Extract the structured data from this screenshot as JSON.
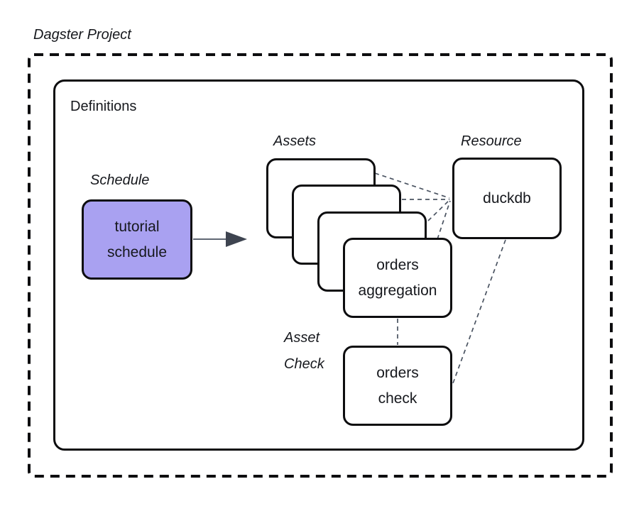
{
  "colors": {
    "background": "#ffffff",
    "node_border": "#0d0d0f",
    "node_fill": "#ffffff",
    "schedule_fill": "#a9a1f1",
    "connector": "#4a5361",
    "arrow_fill": "#3e4450",
    "text": "#16181d"
  },
  "labels": {
    "project": "Dagster Project",
    "definitions": "Definitions",
    "schedule": "Schedule",
    "assets": "Assets",
    "resource": "Resource",
    "asset_check_line1": "Asset",
    "asset_check_line2": "Check"
  },
  "nodes": {
    "schedule": {
      "line1": "tutorial",
      "line2": "schedule"
    },
    "orders_aggregation": {
      "line1": "orders",
      "line2": "aggregation"
    },
    "resource": {
      "label": "duckdb"
    },
    "orders_check": {
      "line1": "orders",
      "line2": "check"
    }
  }
}
